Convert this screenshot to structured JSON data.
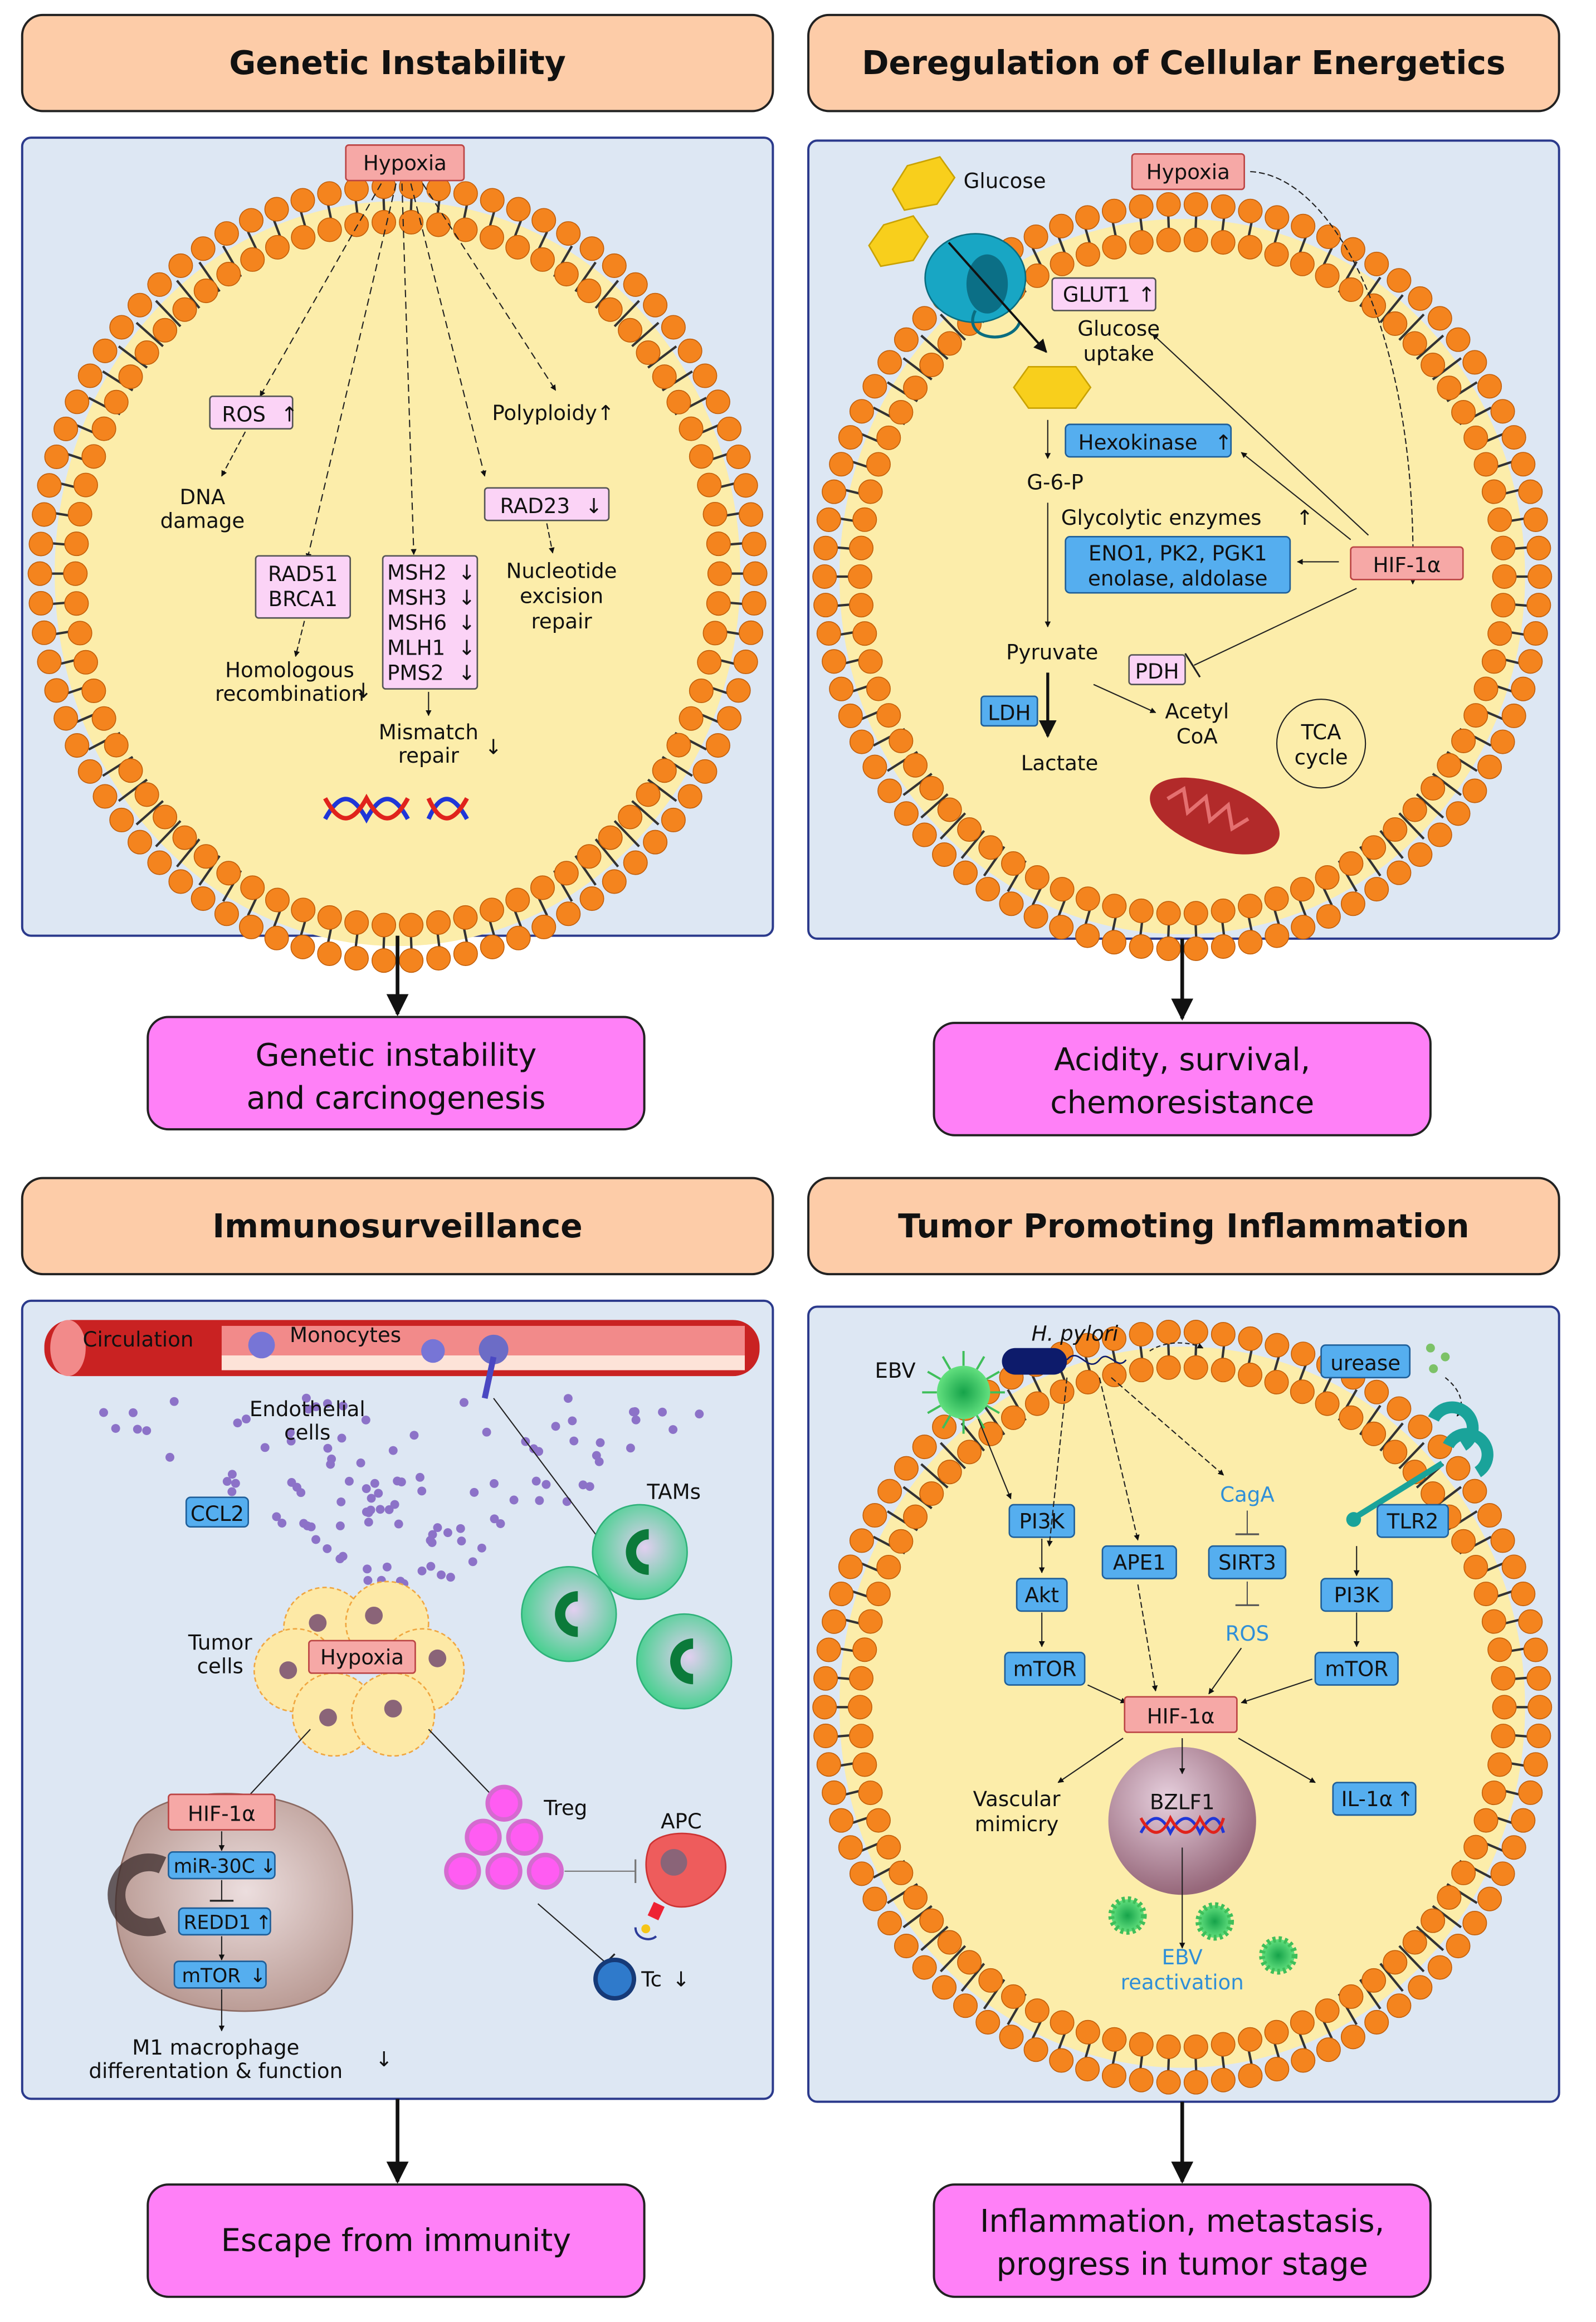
{
  "colors": {
    "header_fill": "#fdcca8",
    "panel_fill": "#dde7f3",
    "panel_border": "#2b3a8c",
    "cell_fill": "#fcedaa",
    "membrane_head": "#f4841e",
    "outcome_fill": "#ff80f7",
    "hypoxia_fill": "#f6a8a6",
    "pink_box": "#fbd3f6",
    "blue_box": "#55aeef",
    "blue_text": "#2f8fd8"
  },
  "panels": {
    "genetic": {
      "title": "Genetic Instability",
      "outcome": [
        "Genetic instability",
        "and carcinogenesis"
      ],
      "hypoxia": "Hypoxia",
      "ros": "ROS",
      "dna_damage": [
        "DNA",
        "damage"
      ],
      "rad51": [
        "RAD51",
        "BRCA1"
      ],
      "homologous": [
        "Homologous",
        "recombination"
      ],
      "msh": [
        "MSH2",
        "MSH3",
        "MSH6",
        "MLH1",
        "PMS2"
      ],
      "mismatch": [
        "Mismatch",
        "repair"
      ],
      "polyploidy": "Polyploidy",
      "rad23": "RAD23",
      "nucleotide": [
        "Nucleotide",
        "excision",
        "repair"
      ]
    },
    "energetics": {
      "title": "Deregulation of Cellular Energetics",
      "outcome": [
        "Acidity, survival,",
        "chemoresistance"
      ],
      "glucose": "Glucose",
      "hypoxia": "Hypoxia",
      "glut1": "GLUT1",
      "glucose_uptake": [
        "Glucose",
        "uptake"
      ],
      "hexokinase": "Hexokinase",
      "g6p": "G-6-P",
      "glycolytic": "Glycolytic enzymes",
      "enzymes": [
        "ENO1, PK2, PGK1",
        "enolase, aldolase"
      ],
      "hif": "HIF-1α",
      "pyruvate": "Pyruvate",
      "pdh": "PDH",
      "ldh": "LDH",
      "lactate": "Lactate",
      "acetyl": [
        "Acetyl",
        "CoA"
      ],
      "tca": [
        "TCA",
        "cycle"
      ]
    },
    "immuno": {
      "title": "Immunosurveillance",
      "outcome": [
        "Escape from immunity"
      ],
      "circulation": "Circulation",
      "monocytes": "Monocytes",
      "endothelial": [
        "Endothelial",
        "cells"
      ],
      "ccl2": "CCL2",
      "tams": "TAMs",
      "tumor_cells": [
        "Tumor",
        "cells"
      ],
      "hypoxia": "Hypoxia",
      "hif": "HIF-1α",
      "mir": "miR-30C",
      "redd1": "REDD1",
      "mtor": "mTOR",
      "m1": [
        "M1 macrophage",
        "differentation & function"
      ],
      "treg": "Treg",
      "apc": "APC",
      "tc": "Tc"
    },
    "inflammation": {
      "title": "Tumor Promoting Inflammation",
      "outcome": [
        "Inflammation, metastasis,",
        "progress in tumor stage"
      ],
      "ebv": "EBV",
      "hpylori": "H. pylori",
      "urease": "urease",
      "pi3k_left": "PI3K",
      "akt": "Akt",
      "mtor_left": "mTOR",
      "ape1": "APE1",
      "caga": "CagA",
      "sirt3": "SIRT3",
      "ros": "ROS",
      "tlr2": "TLR2",
      "pi3k_right": "PI3K",
      "mtor_right": "mTOR",
      "hif": "HIF-1α",
      "vascular": [
        "Vascular",
        "mimicry"
      ],
      "bzlf1": "BZLF1",
      "il1a": "IL-1α",
      "ebv_reactivation": [
        "EBV",
        "reactivation"
      ]
    }
  }
}
